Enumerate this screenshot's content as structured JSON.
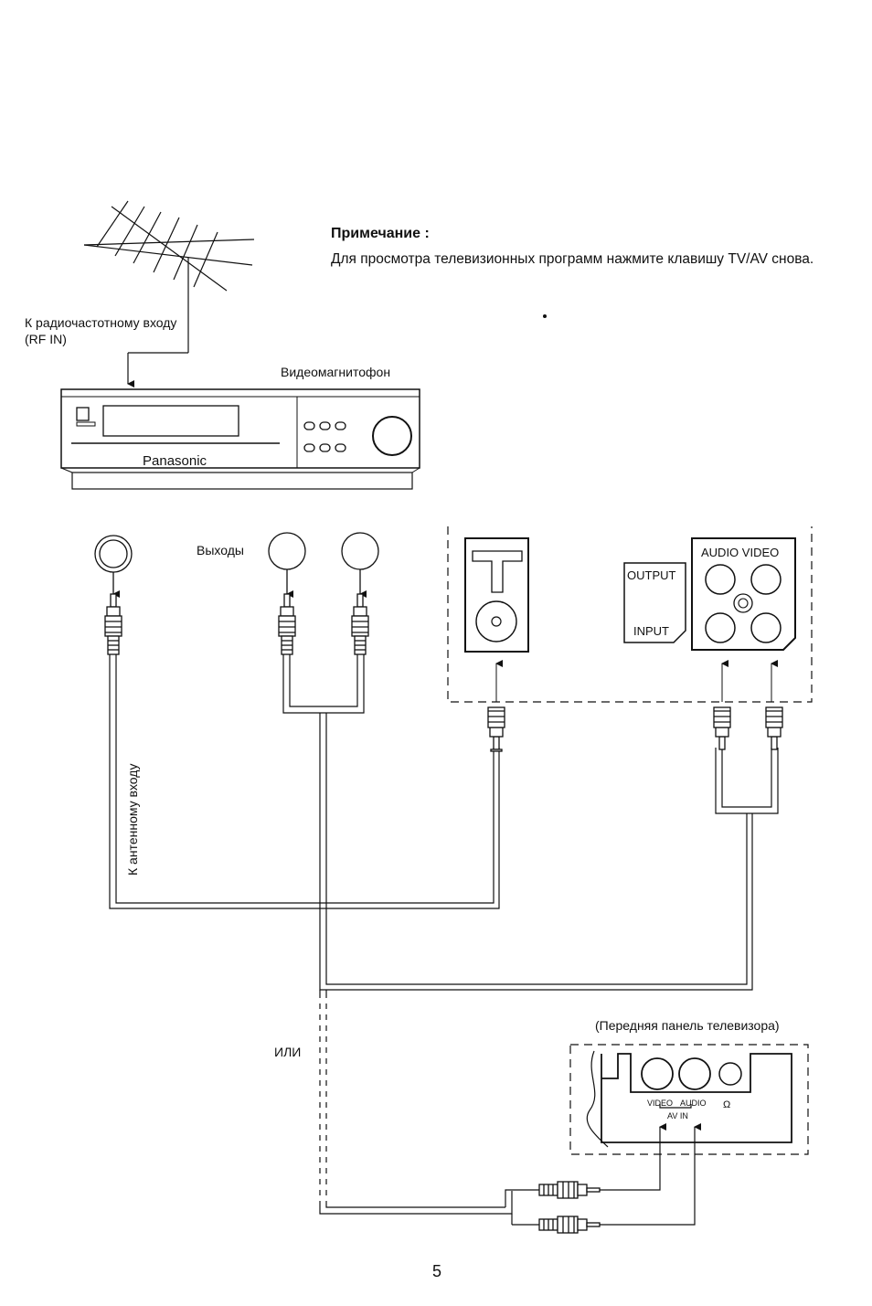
{
  "note": {
    "title": "Примечание :",
    "text": "Для просмотра телевизионных программ нажмите клавишу TV/AV снова."
  },
  "labels": {
    "rf_in": "К радиочастотному входу (RF IN)",
    "vcr": "Видеомагнитофон",
    "brand": "Panasonic",
    "outputs": "Выходы",
    "antenna_in": "К антенному входу",
    "output_jack": "OUTPUT",
    "input_jack": "INPUT",
    "audio_video": "AUDIO VIDEO",
    "front_panel": "(Передняя панель телевизора)",
    "or": "ИЛИ",
    "front_video": "VIDEO",
    "front_audio": "AUDIO",
    "av_in": "AV IN"
  },
  "page_number": "5"
}
